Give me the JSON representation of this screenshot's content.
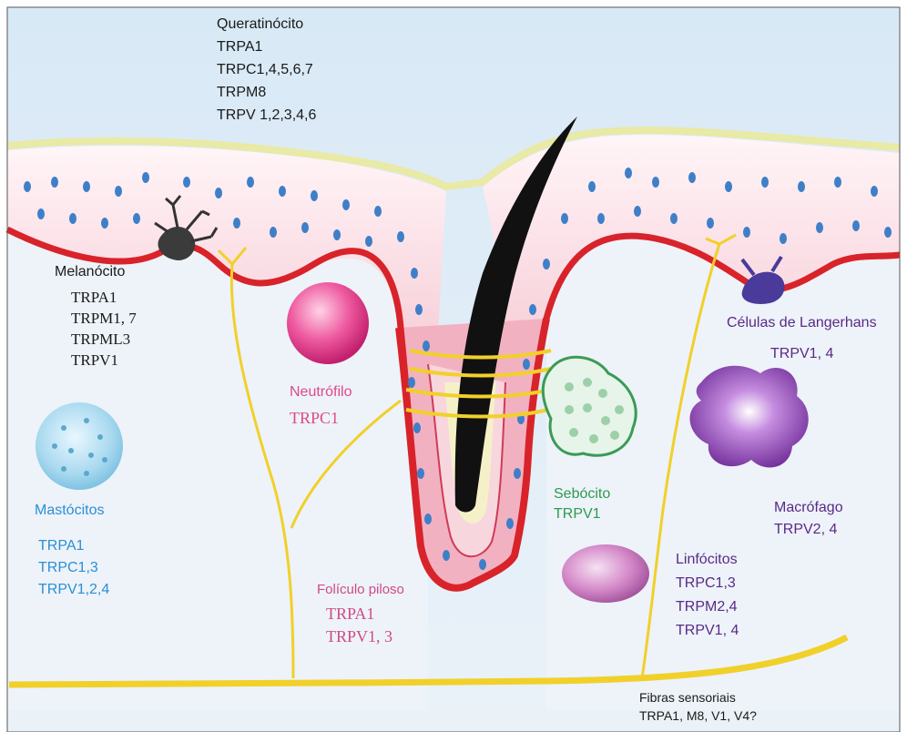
{
  "colors": {
    "background": "#dbeaf4",
    "dermis": "#e9f1f8",
    "epidermis_pink": "#f4c3cf",
    "basement_red": "#d8232a",
    "nerve_yellow": "#f1d02a",
    "nucleus_blue": "#3f7fc8",
    "hair_black": "#111111",
    "mast_text": "#2b8fd4",
    "neutro_text": "#e0488a",
    "sebo_text": "#2f9a4e",
    "langer_text": "#5a2a86",
    "folic_text": "#d04a86",
    "dark_text": "#1a1a1a"
  },
  "labels": {
    "queratinocito": {
      "title": "Queratinócito",
      "lines": [
        "TRPA1",
        "TRPC1,4,5,6,7",
        "TRPM8",
        "TRPV 1,2,3,4,6"
      ]
    },
    "melanocito": {
      "title": "Melanócito",
      "lines": [
        "TRPA1",
        "TRPM1, 7",
        "TRPML3",
        "TRPV1"
      ]
    },
    "neutrofilo": {
      "title": "Neutrófilo",
      "lines": [
        "TRPC1"
      ]
    },
    "mastocitos": {
      "title": "Mastócitos",
      "lines": [
        "TRPA1",
        "TRPC1,3",
        "TRPV1,2,4"
      ]
    },
    "foliculo": {
      "title": "Folículo piloso",
      "lines": [
        "TRPA1",
        "TRPV1, 3"
      ]
    },
    "sebocito": {
      "title": "Sebócito",
      "lines": [
        "TRPV1"
      ]
    },
    "langerhans": {
      "title": "Células de Langerhans",
      "lines": [
        "TRPV1, 4"
      ]
    },
    "macrofago": {
      "title": "Macrófago",
      "lines": [
        "TRPV2, 4"
      ]
    },
    "linfocitos": {
      "title": "Linfócitos",
      "lines": [
        "TRPC1,3",
        "TRPM2,4",
        "TRPV1, 4"
      ]
    },
    "fibras": {
      "title": "Fibras sensoriais",
      "lines": [
        "TRPA1, M8, V1, V4?"
      ]
    }
  }
}
